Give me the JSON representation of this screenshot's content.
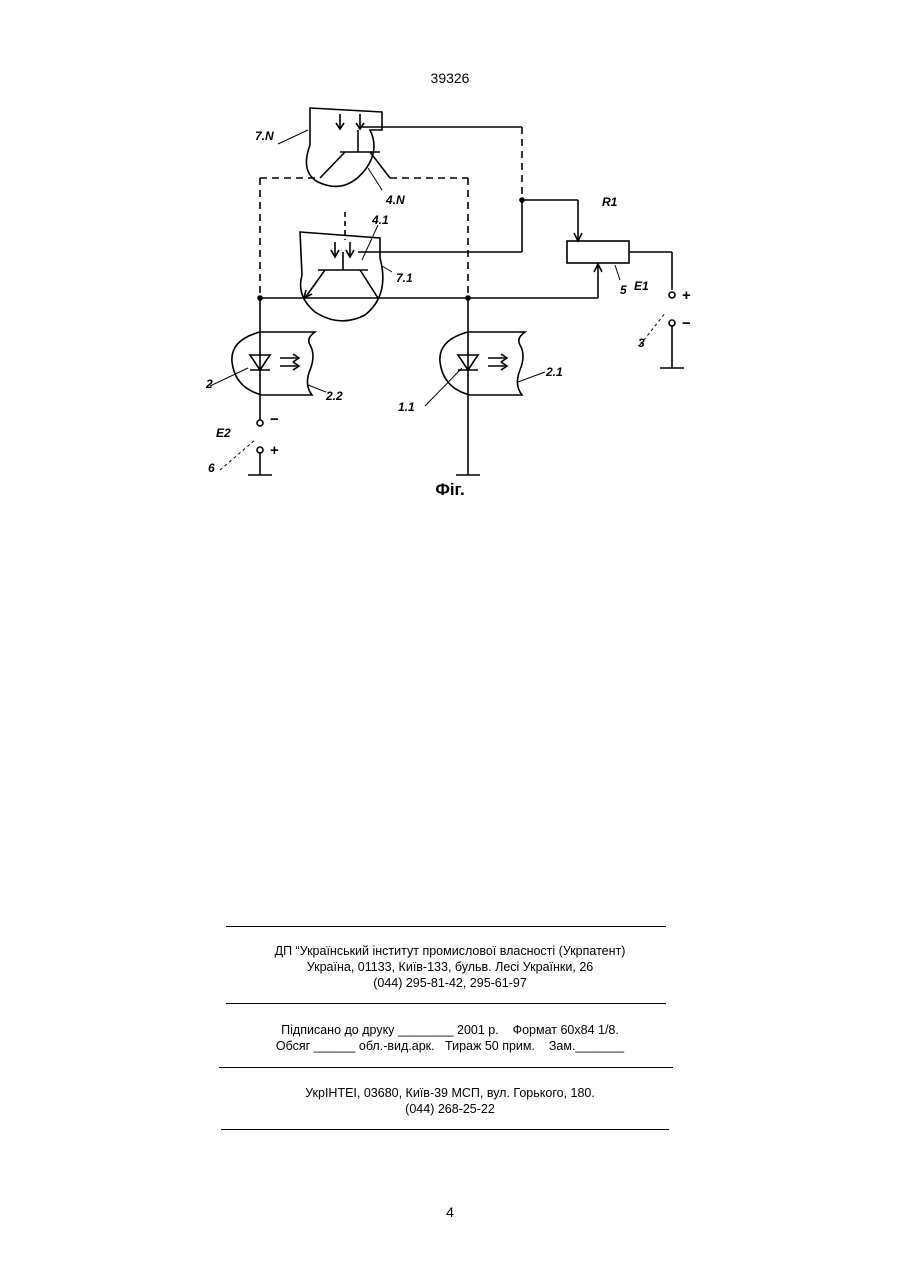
{
  "header": {
    "page_code": "39326"
  },
  "figure": {
    "caption": "Фіг.",
    "labels": {
      "l_7N": "7.N",
      "l_4N": "4.N",
      "l_41": "4.1",
      "l_71": "7.1",
      "l_R1": "R1",
      "l_5": "5",
      "l_E1": "E1",
      "l_3": "3",
      "l_plus1": "+",
      "l_minus1": "−",
      "l_2": "2",
      "l_22": "2.2",
      "l_11": "1.1",
      "l_21": "2.1",
      "l_E2": "E2",
      "l_6": "6",
      "l_minus2": "−",
      "l_plus2": "+"
    }
  },
  "imprint": {
    "publisher_line1": "ДП “Український інститут промислової власності (Укрпатент)",
    "publisher_line2": "Україна, 01133, Київ-133, бульв. Лесі Українки, 26",
    "publisher_line3": "(044) 295-81-42, 295-61-97",
    "print_line1": "Підписано до друку ________ 2001 р.    Формат 60х84 1/8.",
    "print_line2": "Обсяг ______ обл.-вид.арк.   Тираж 50 прим.    Зам._______",
    "printer_line1": "УкрІНТЕІ, 03680, Київ-39 МСП, вул. Горького, 180.",
    "printer_line2": "(044) 268-25-22"
  },
  "footer": {
    "page_number": "4"
  }
}
